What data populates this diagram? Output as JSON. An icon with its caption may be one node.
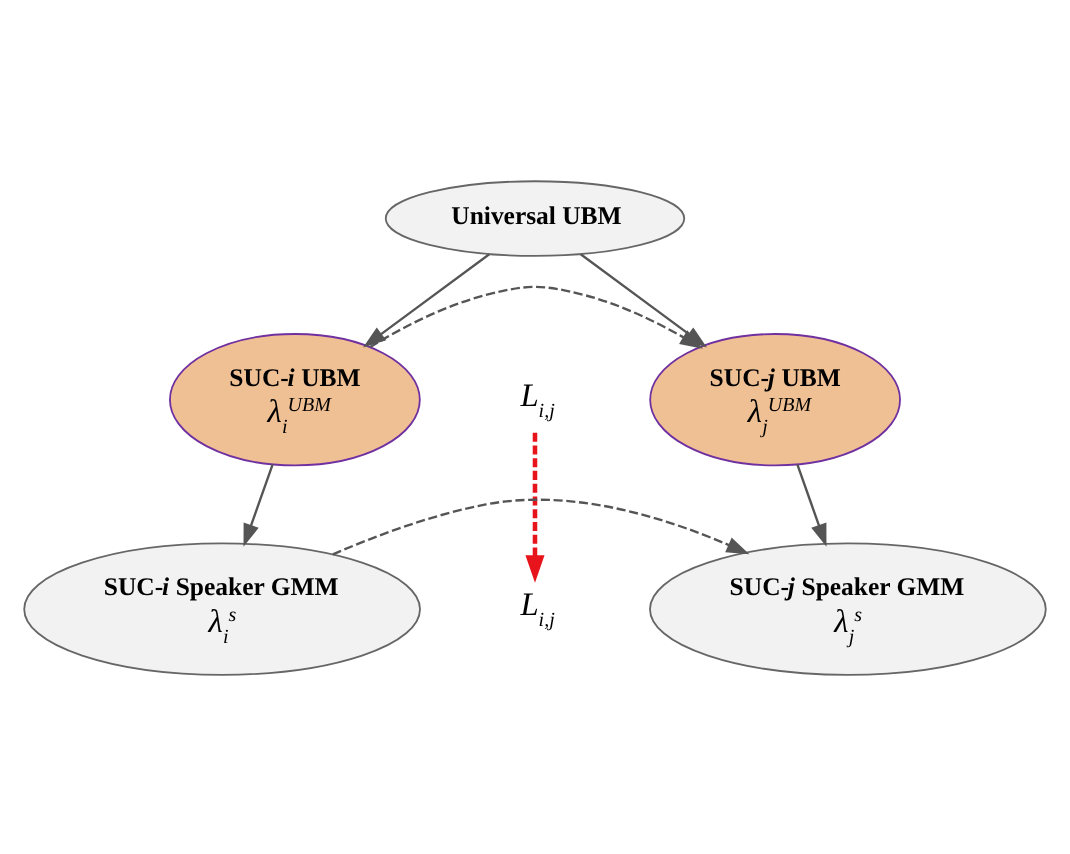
{
  "diagram": {
    "nodes": [
      {
        "text": [
          "Universal UBM"
        ]
      },
      {
        "text": [
          "SUC-*i* UBM",
          "*λ*$_{i}$$^{UBM}$"
        ]
      },
      {
        "text": [
          "SUC-*j* UBM",
          "*λ*$_{j}$$^{UBM}$"
        ]
      },
      {
        "text": [
          "*L*$_{i,j}$"
        ]
      },
      {
        "text": [
          "SUC-*i* Speaker GMM",
          "*λ*$_{i}$$^{s}$"
        ]
      },
      {
        "text": [
          "*L*$_{i,j}$"
        ]
      },
      {
        "text": [
          "SUC-*j* Speaker GMM",
          "*λ*$_{j}$$^{s}$"
        ]
      }
    ],
    "edges": [
      {
        "from": 0,
        "to": 1,
        "arrow": "to"
      },
      {
        "from": 0,
        "to": 2,
        "arrow": "to"
      },
      {
        "from": 1,
        "to": 2,
        "arrow": "to",
        "style": "dashed"
      },
      {
        "from": 3,
        "to": 5,
        "arrow": "to",
        "style": "dashed",
        "color": "#e8141c"
      },
      {
        "from": 1,
        "to": 4,
        "arrow": "to"
      },
      {
        "from": 2,
        "to": 6,
        "arrow": "to"
      },
      {
        "from": 4,
        "to": 6,
        "arrow": "to",
        "style": "dashed"
      }
    ]
  }
}
